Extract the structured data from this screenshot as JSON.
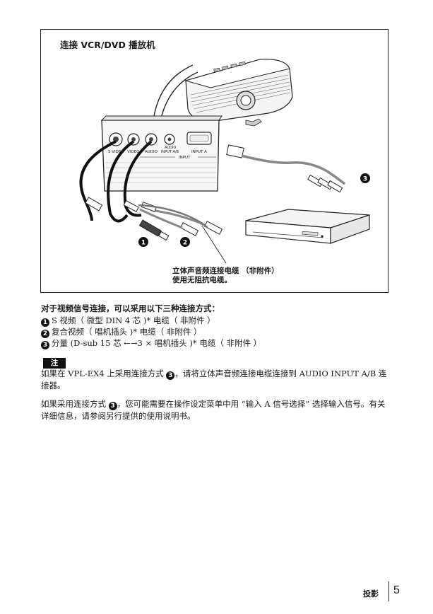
{
  "figure": {
    "title": "连接 VCR/DVD 播放机",
    "panel_labels": {
      "s_video": "S VIDEO",
      "video": "VIDEO",
      "audio": "AUDIO",
      "audio_input_ab_1": "AUDIO",
      "audio_input_ab_2": "INPUT A/B",
      "input_a": "INPUT A",
      "input": "INPUT"
    },
    "markers": [
      "1",
      "2",
      "3"
    ],
    "callout_line1": "立体声音频连接电缆 （非附件）",
    "callout_line2": "使用无阻抗电缆。"
  },
  "intro": "对于视频信号连接，可以采用以下三种连接方式：",
  "methods": [
    {
      "num": "1",
      "text": "S 视频（ 微型 DIN 4 芯 )* 电缆（ 非附件 ）"
    },
    {
      "num": "2",
      "text": "复合视频（ 唱机插头 )* 电缆（ 非附件 ）"
    },
    {
      "num": "3",
      "text": "分量 (D-sub 15 芯 ←→3 × 唱机插头 )* 电缆（ 非附件 ）"
    }
  ],
  "note": {
    "label": "注",
    "p1_before": "如果在 VPL-EX4 上采用连接方式 ",
    "p1_num": "3",
    "p1_after": "，请将立体声音频连接电缆连接到 AUDIO INPUT A/B 连接器。",
    "p2_before": "如果采用连接方式 ",
    "p2_num": "3",
    "p2_after": "，您可能需要在操作设定菜单中用 “输入 A 信号选择” 选择输入信号。有关详细信息，请参阅另行提供的使用说明书。"
  },
  "footer": {
    "section": "投影",
    "page": "5"
  }
}
